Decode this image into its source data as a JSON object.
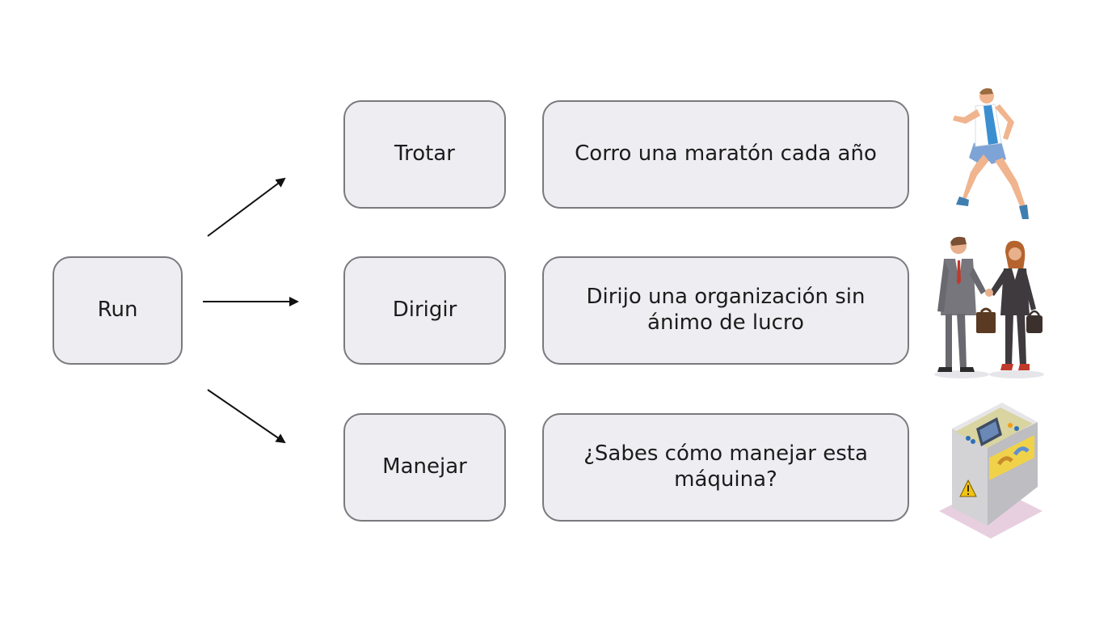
{
  "source": {
    "label": "Run"
  },
  "rows": [
    {
      "word": "Trotar",
      "sentence": "Corro una maratón cada año",
      "illustration": "runner-icon"
    },
    {
      "word": "Dirigir",
      "sentence": "Dirijo una organización sin ánimo de lucro",
      "illustration": "business-people-icon"
    },
    {
      "word": "Manejar",
      "sentence": "¿Sabes cómo manejar esta máquina?",
      "illustration": "machine-icon"
    }
  ],
  "colors": {
    "box_fill": "#eeedf1",
    "box_border": "#7a7a7e",
    "text": "#1c1c1c",
    "arrow": "#111111"
  }
}
